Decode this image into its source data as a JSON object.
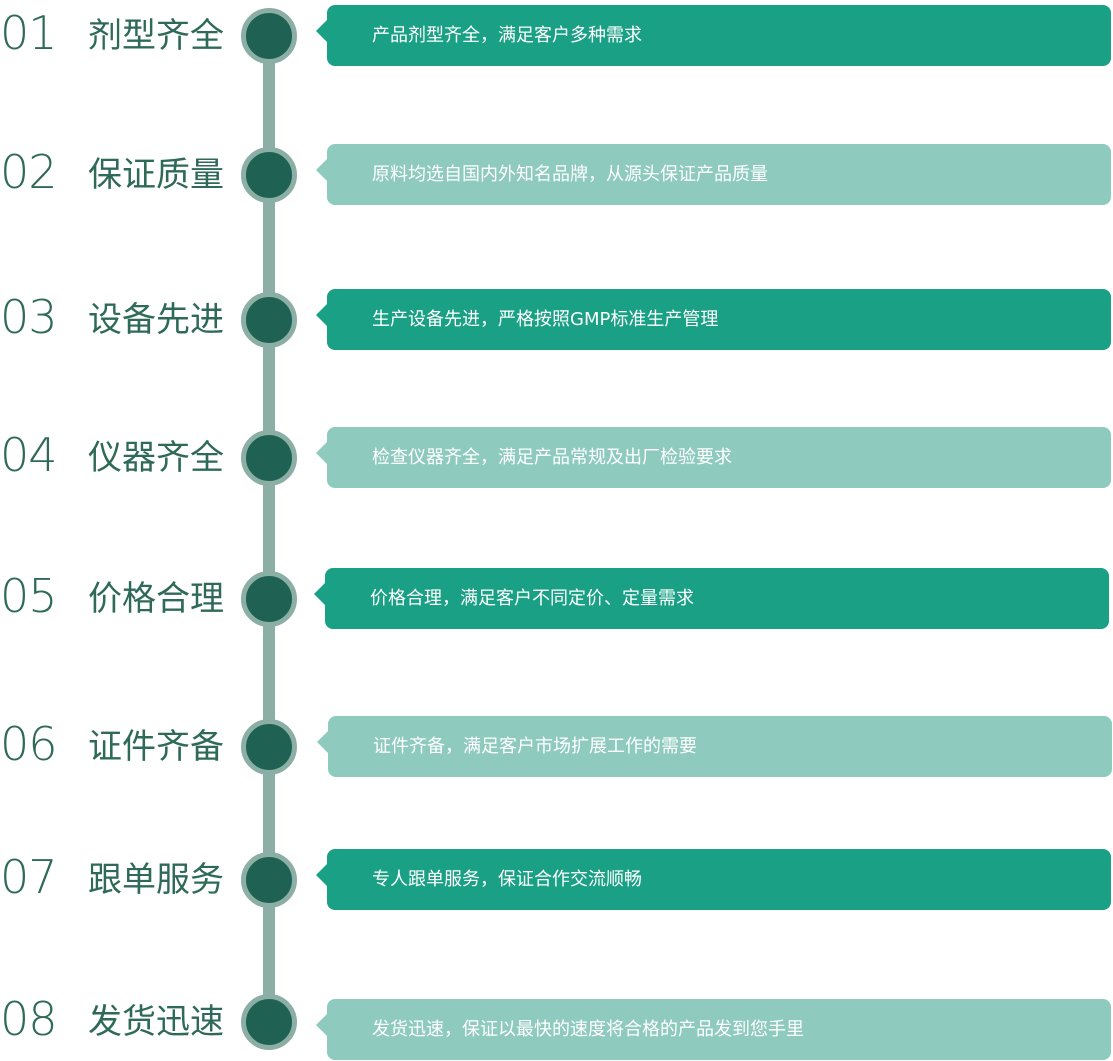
{
  "items": [
    {
      "number": "01",
      "title": "剂型齐全",
      "desc": "产品剂型齐全，满足客户多种需求",
      "style": "dark"
    },
    {
      "number": "02",
      "title": "保证质量",
      "desc": "原料均选自国内外知名品牌，从源头保证产品质量",
      "style": "light"
    },
    {
      "number": "03",
      "title": "设备先进",
      "desc": "生产设备先进，严格按照GMP标准生产管理",
      "style": "dark"
    },
    {
      "number": "04",
      "title": "仪器齐全",
      "desc": "检查仪器齐全，满足产品常规及出厂检验要求",
      "style": "light"
    },
    {
      "number": "05",
      "title": "价格合理",
      "desc": "价格合理，满足客户不同定价、定量需求",
      "style": "dark"
    },
    {
      "number": "06",
      "title": "证件齐备",
      "desc": "证件齐备，满足客户市场扩展工作的需要",
      "style": "light"
    },
    {
      "number": "07",
      "title": "跟单服务",
      "desc": "专人跟单服务，保证合作交流顺畅",
      "style": "dark"
    },
    {
      "number": "08",
      "title": "发货迅速",
      "desc": "发货迅速，保证以最快的速度将合格的产品发到您手里",
      "style": "light"
    }
  ],
  "colors": {
    "dark_bubble": "#1aa085",
    "light_bubble": "#8ecbbe",
    "node": "#1f6152",
    "track": "#8bafa4",
    "text": "#2f6a58"
  }
}
